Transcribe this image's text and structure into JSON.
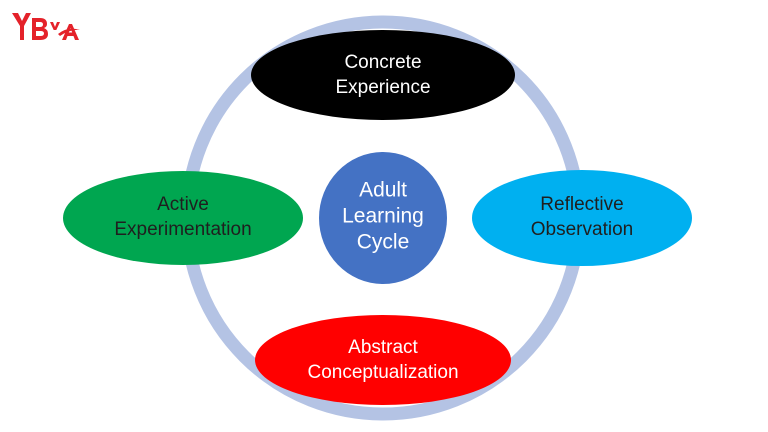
{
  "logo": {
    "text": "YBVA",
    "color": "#e4222a"
  },
  "diagram": {
    "center": {
      "lines": [
        "Adult",
        "Learning",
        "Cycle"
      ],
      "fill": "#4472c4",
      "text_color": "#ffffff"
    },
    "ring_color": "#b4c3e4",
    "nodes": [
      {
        "id": "concrete-experience",
        "lines": [
          "Concrete",
          "Experience"
        ],
        "fill": "#000000",
        "text_color": "#ffffff"
      },
      {
        "id": "reflective-observation",
        "lines": [
          "Reflective",
          "Observation"
        ],
        "fill": "#00b0f0",
        "text_color": "#1f1f1f"
      },
      {
        "id": "abstract-conceptualization",
        "lines": [
          "Abstract",
          "Conceptualization"
        ],
        "fill": "#ff0000",
        "text_color": "#ffffff"
      },
      {
        "id": "active-experimentation",
        "lines": [
          "Active",
          "Experimentation"
        ],
        "fill": "#00a650",
        "text_color": "#1f1f1f"
      }
    ]
  }
}
